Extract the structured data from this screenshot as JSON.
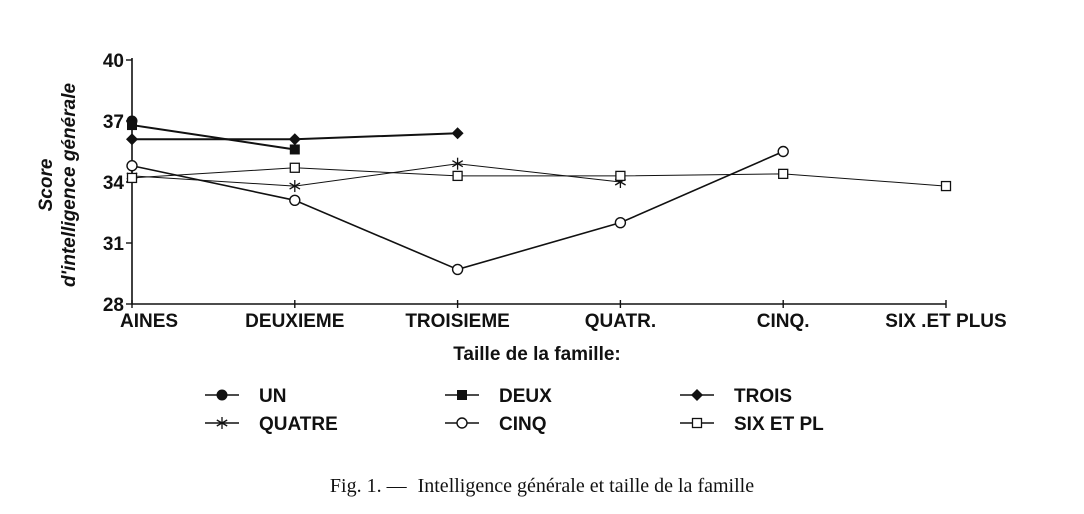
{
  "chart_data": {
    "type": "line",
    "xlabel": "Taille de la famille:",
    "ylabel_line1": "Score",
    "ylabel_line2": "d'intelligence  générale",
    "ylim": [
      28,
      40
    ],
    "yticks": [
      28,
      31,
      34,
      37,
      40
    ],
    "categories": [
      "AINES",
      "DEUXIEME",
      "TROISIEME",
      "QUATR.",
      "CINQ.",
      "SIX .ET PLUS"
    ],
    "grid": false,
    "legend_position": "bottom",
    "series": [
      {
        "name": "UN",
        "marker": "filled-circle",
        "color": "#111111",
        "values": [
          37.0,
          null,
          null,
          null,
          null,
          null
        ]
      },
      {
        "name": "DEUX",
        "marker": "filled-square",
        "color": "#111111",
        "values": [
          36.8,
          35.6,
          null,
          null,
          null,
          null
        ]
      },
      {
        "name": "TROIS",
        "marker": "filled-diamond",
        "color": "#111111",
        "values": [
          36.1,
          36.1,
          36.4,
          null,
          null,
          null
        ]
      },
      {
        "name": "QUATRE",
        "marker": "asterisk",
        "color": "#111111",
        "values": [
          34.3,
          33.8,
          34.9,
          34.0,
          null,
          null
        ]
      },
      {
        "name": "CINQ",
        "marker": "open-circle",
        "color": "#111111",
        "values": [
          34.8,
          33.1,
          29.7,
          32.0,
          35.5,
          null
        ]
      },
      {
        "name": "SIX ET PL",
        "marker": "open-square",
        "color": "#111111",
        "values": [
          34.2,
          34.7,
          34.3,
          34.3,
          34.4,
          33.8
        ]
      }
    ]
  },
  "caption": {
    "prefix": "Fig. 1. —",
    "text": "Intelligence générale et taille de la famille"
  }
}
